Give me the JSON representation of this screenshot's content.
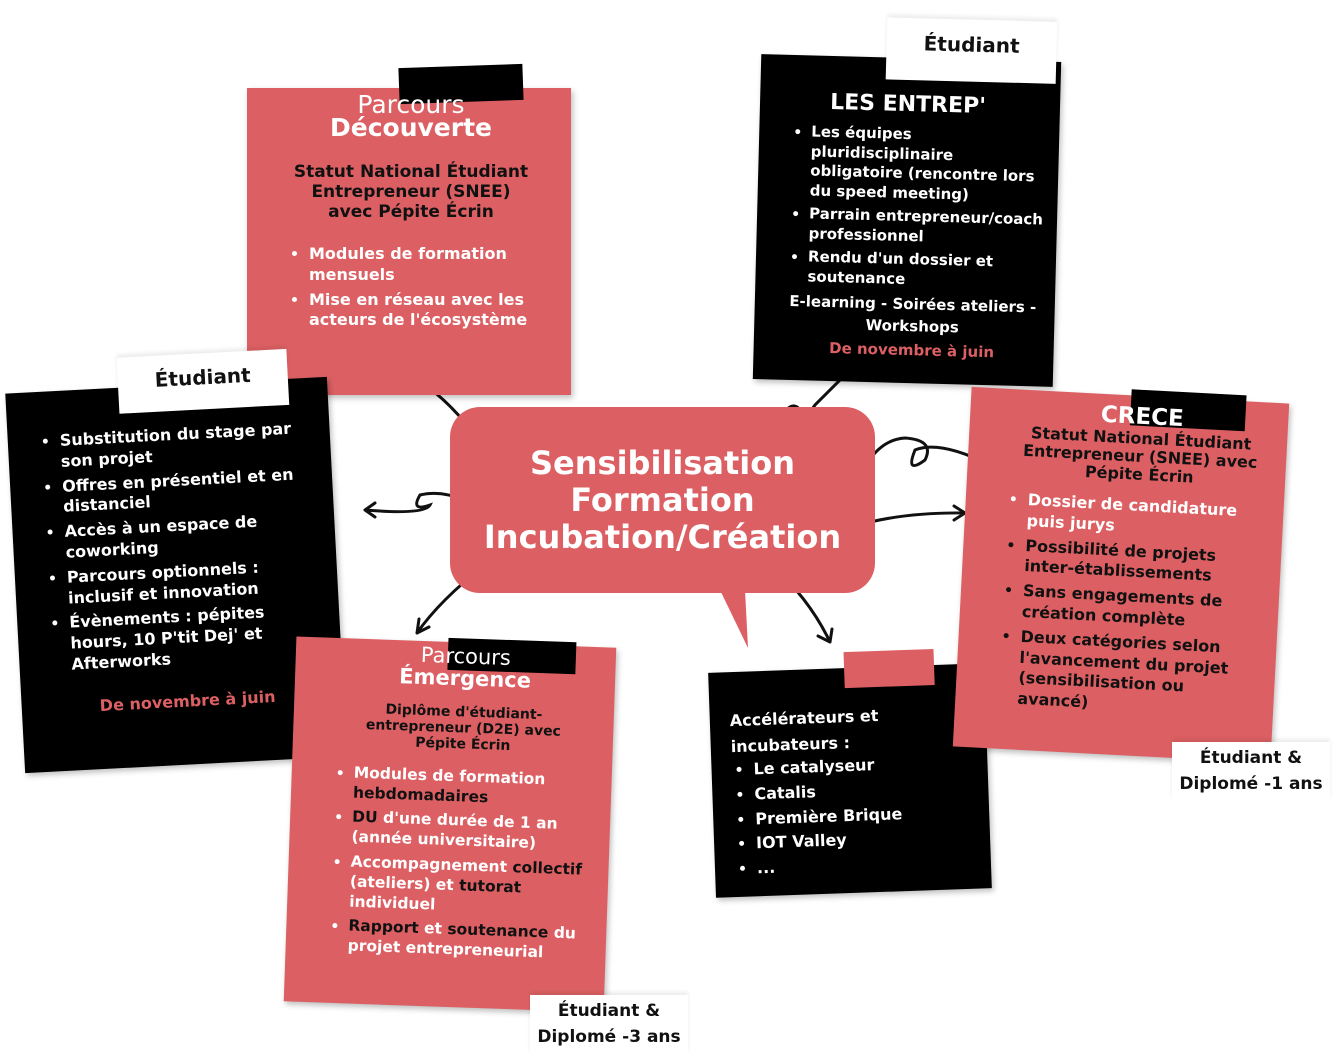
{
  "center": {
    "lines": [
      "Sensibilisation",
      "Formation",
      "Incubation/Création"
    ]
  },
  "decouverte": {
    "kicker": "Parcours",
    "title": "Découverte",
    "subtitle": "Statut National Étudiant Entrepreneur (SNEE) avec Pépite Écrin",
    "bullets": [
      "Modules de formation mensuels"
    ],
    "bullet2a": "Mise en réseau",
    "bullet2b": " avec les acteurs de l'écosystème"
  },
  "entrep": {
    "tab": "Étudiant",
    "title": "LES ENTREP'",
    "bullets": [
      "Les équipes pluridisciplinaire obligatoire (rencontre lors du speed meeting)",
      "Parrain entrepreneur/coach professionnel",
      "Rendu d'un dossier et soutenance"
    ],
    "extra": "E-learning - Soirées ateliers - Workshops",
    "period": "De novembre à juin"
  },
  "etudiant_left": {
    "tab": "Étudiant",
    "bullets": [
      "Substitution du stage par son projet",
      "Offres en présentiel et en distanciel",
      "Accès à un espace de coworking",
      "Parcours optionnels : inclusif et innovation",
      "Évènements : pépites hours, 10 P'tit Dej' et Afterworks"
    ],
    "period": "De novembre à juin"
  },
  "emergence": {
    "kicker": "Parcours",
    "title": "Émergence",
    "subtitle": "Diplôme d'étudiant-entrepreneur (D2E) avec Pépite Écrin",
    "b1a": "Modules de formation ",
    "b1b": "hebdomadaires",
    "b2a": "DU",
    "b2b": " d'une durée de 1 an (année universitaire)",
    "b3a": "Accompagnement ",
    "b3b": "collectif",
    "b3c": " (ateliers) et ",
    "b3d": "tutorat",
    "b3e": " individuel",
    "b4a": "Rapport",
    "b4b": " et ",
    "b4c": "soutenance",
    "b4d": " du projet entrepreneurial",
    "label": "Étudiant & Diplomé -3 ans"
  },
  "accel": {
    "intro": "Accélérateurs et incubateurs :",
    "items": [
      "Le catalyseur",
      "Catalis",
      "Première Brique",
      "IOT Valley",
      "..."
    ]
  },
  "crece": {
    "title": "CRECE",
    "subtitle": "Statut National Étudiant Entrepreneur (SNEE) avec Pépite Écrin",
    "bullet1": "Dossier de candidature puis jurys",
    "bullets": [
      "Possibilité de projets inter-établissements",
      "Sans engagements de création complète",
      "Deux catégories selon l'avancement du projet (sensibilisation ou avancé)"
    ],
    "label": "Étudiant & Diplomé -1 ans"
  },
  "colors": {
    "red": "#dc6063",
    "black": "#000000"
  }
}
